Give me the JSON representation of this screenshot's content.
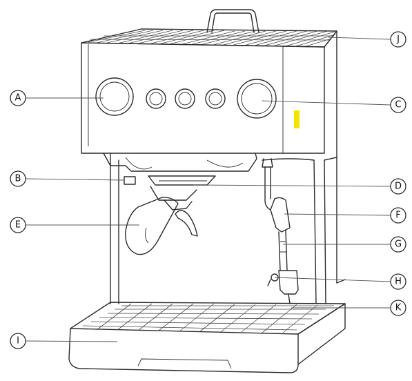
{
  "callouts": [
    {
      "id": "A",
      "letter": "A"
    },
    {
      "id": "B",
      "letter": "B"
    },
    {
      "id": "C",
      "letter": "C"
    },
    {
      "id": "D",
      "letter": "D"
    },
    {
      "id": "E",
      "letter": "E"
    },
    {
      "id": "F",
      "letter": "F"
    },
    {
      "id": "G",
      "letter": "G"
    },
    {
      "id": "H",
      "letter": "H"
    },
    {
      "id": "I",
      "letter": "I"
    },
    {
      "id": "J",
      "letter": "J"
    },
    {
      "id": "K",
      "letter": "K"
    }
  ],
  "colors": {
    "line": "#2a2a2a",
    "indicator": "#f2e600"
  }
}
